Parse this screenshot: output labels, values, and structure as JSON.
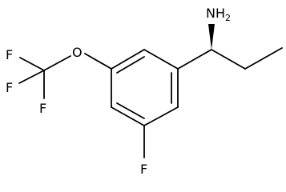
{
  "molecule": {
    "atoms": {
      "amine": {
        "symbol": "NH",
        "subscript": "2"
      },
      "oxygen": {
        "symbol": "O"
      },
      "fluorine_ring": {
        "symbol": "F"
      },
      "fluorine_cf3_top": {
        "symbol": "F"
      },
      "fluorine_cf3_left": {
        "symbol": "F"
      },
      "fluorine_cf3_bottom": {
        "symbol": "F"
      }
    },
    "stereo": "wedge",
    "colors": {
      "ink": "#000000",
      "background": "#ffffff"
    }
  }
}
